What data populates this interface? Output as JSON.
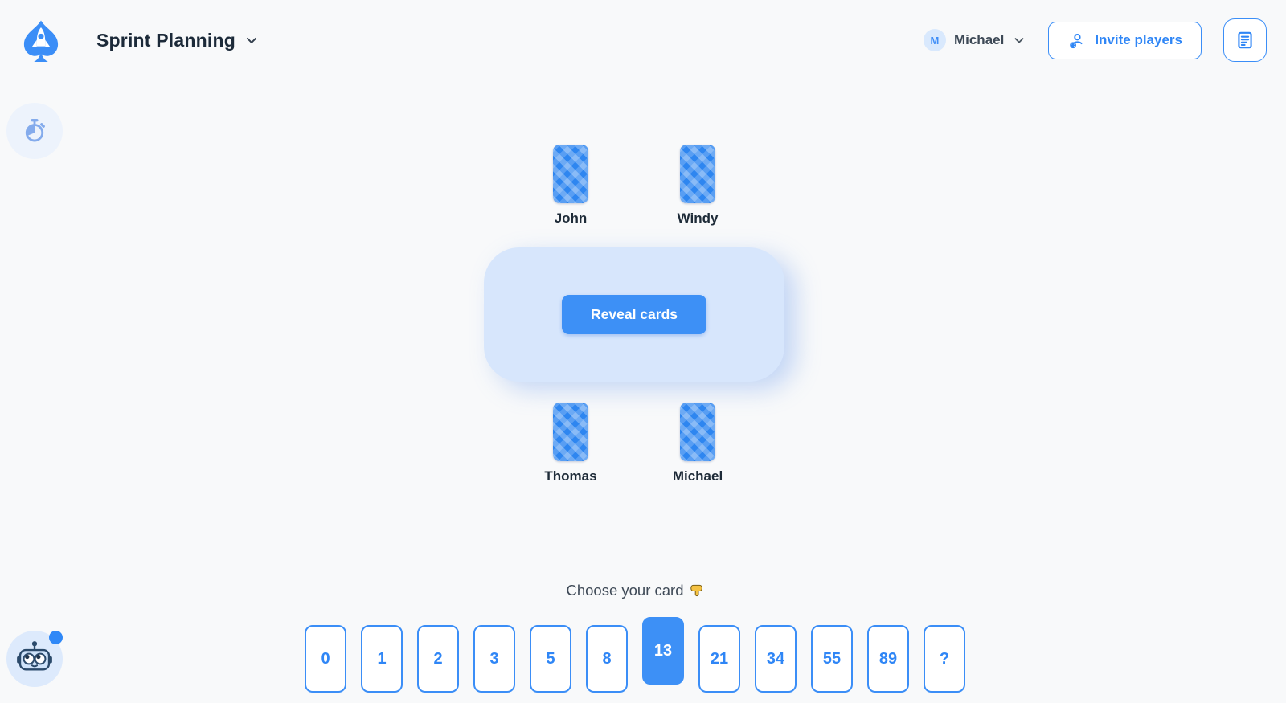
{
  "header": {
    "room_title": "Sprint Planning",
    "user": {
      "initial": "M",
      "name": "Michael"
    },
    "invite_button_label": "Invite players"
  },
  "players": {
    "top": [
      {
        "name": "John"
      },
      {
        "name": "Windy"
      }
    ],
    "bottom": [
      {
        "name": "Thomas"
      },
      {
        "name": "Michael"
      }
    ]
  },
  "table": {
    "reveal_button_label": "Reveal cards"
  },
  "deck": {
    "prompt": "Choose your card",
    "cards": [
      "0",
      "1",
      "2",
      "3",
      "5",
      "8",
      "13",
      "21",
      "34",
      "55",
      "89",
      "?"
    ],
    "selected_value": "13",
    "selected_index": 6
  },
  "icons": {
    "logo": "spade-rocket-logo-icon",
    "timer": "stopwatch-icon",
    "assistant": "robot-icon",
    "prompt_hand": "pointing-down-hand-icon"
  },
  "colors": {
    "accent_blue": "#3b8ef7",
    "button_blue": "#3d90f6",
    "table_fill": "#d7e6fc",
    "card_back_blue": "#2e86f0",
    "page_background": "#f8f9fa",
    "dark_text": "#1c2a39",
    "notification_dot": "#2f88f7"
  }
}
